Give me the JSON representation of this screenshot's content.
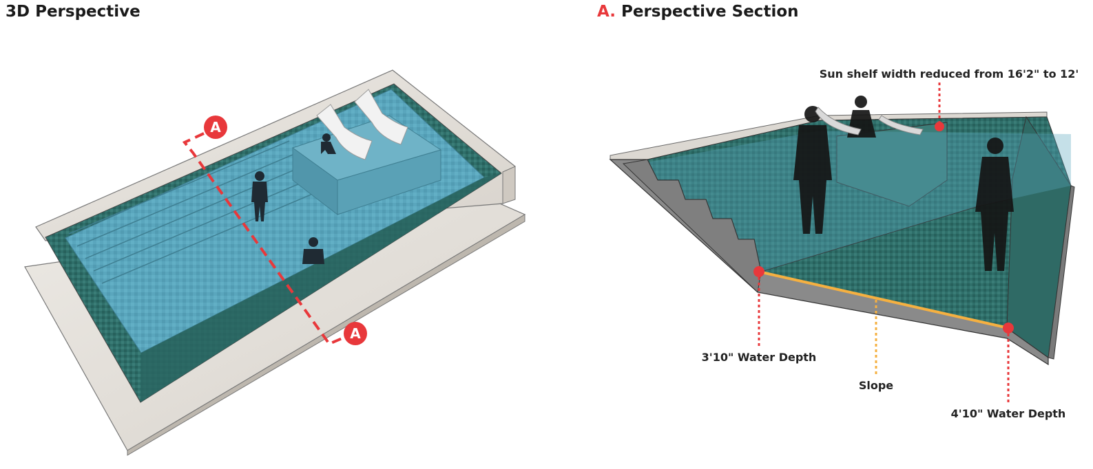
{
  "left_panel": {
    "title": "3D Perspective",
    "section_marker_letter": "A"
  },
  "right_panel": {
    "title_prefix": "A.",
    "title_text": "Perspective Section",
    "callouts": {
      "sun_shelf": "Sun shelf width reduced from 16'2\" to 12'",
      "shallow_depth": "3'10\" Water Depth",
      "slope": "Slope",
      "deep_depth": "4'10\" Water Depth"
    }
  },
  "colors": {
    "accent_red": "#e8383b",
    "slope_orange": "#f5b041",
    "water": "#5aa6bd",
    "tile": "#2f6f6a",
    "concrete": "#e6e2dc",
    "section_gray": "#8a8a8a"
  }
}
